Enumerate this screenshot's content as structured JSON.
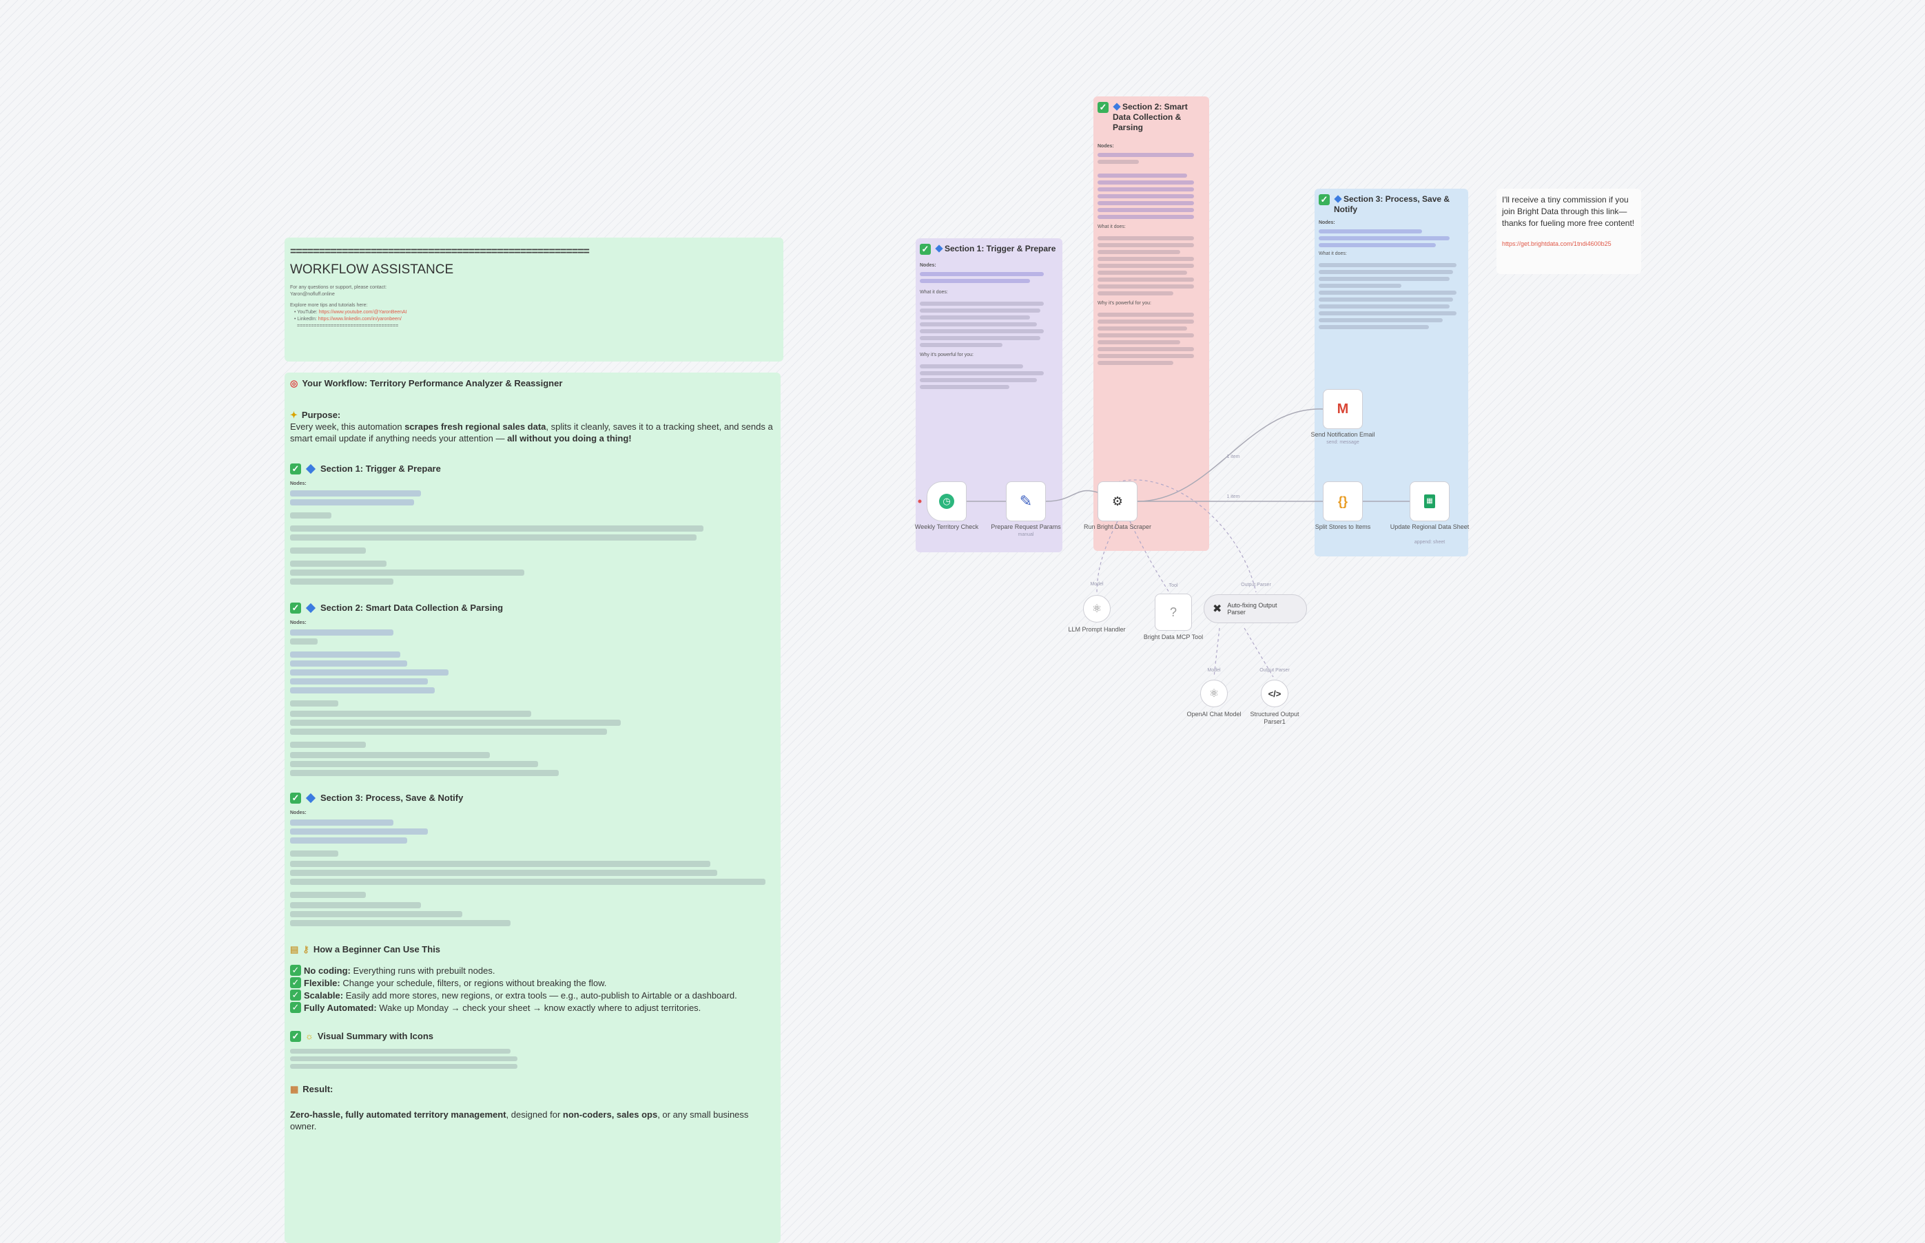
{
  "assist": {
    "rule": "====================================================",
    "title": "WORKFLOW ASSISTANCE",
    "contact": "For any questions or support, please contact:",
    "email": "Yaron@nofluff.online",
    "explore": "Explore more tips and tutorials here:",
    "youtube_label": "YouTube:",
    "youtube_url": "https://www.youtube.com/@YaronBeenAI",
    "linkedin_label": "LinkedIn:",
    "linkedin_url": "https://www.linkedin.com/in/yaronbeen/",
    "rule2": "===================================="
  },
  "doc": {
    "title": "Your Workflow: Territory Performance Analyzer & Reassigner",
    "purpose_h": "Purpose:",
    "purpose_1": "Every week, this automation ",
    "purpose_b1": "scrapes fresh regional sales data",
    "purpose_2": ", splits it cleanly, saves it to a tracking sheet, and sends a smart email update if anything needs your attention — ",
    "purpose_b2": "all without you doing a thing!",
    "s1": "Section 1: Trigger & Prepare",
    "s2": "Section 2: Smart Data Collection & Parsing",
    "s3": "Section 3: Process, Save & Notify",
    "beginner_h": "How a Beginner Can Use This",
    "b1k": "No coding:",
    "b1v": " Everything runs with prebuilt nodes.",
    "b2k": "Flexible:",
    "b2v": " Change your schedule, filters, or regions without breaking the flow.",
    "b3k": "Scalable:",
    "b3v": " Easily add more stores, new regions, or extra tools — e.g., auto-publish to Airtable or a dashboard.",
    "b4k": "Fully Automated:",
    "b4v": " Wake up Monday → check your sheet → know exactly where to adjust territories.",
    "visual_h": "Visual Summary with Icons",
    "result_h": "Result:",
    "result_b1": "Zero-hassle, fully automated territory management",
    "result_1": ", designed for ",
    "result_b2": "non-coders, sales ops",
    "result_2": ", or any small business owner."
  },
  "sections": {
    "s1": {
      "title": "Section 1: Trigger & Prepare",
      "nodes_label": "Nodes:",
      "what": "What it does:",
      "why": "Why it's powerful for you:"
    },
    "s2": {
      "title": "Section 2: Smart Data Collection & Parsing",
      "nodes_label": "Nodes:",
      "what": "What it does:",
      "why": "Why it's powerful for you:"
    },
    "s3": {
      "title": "Section 3: Process, Save & Notify",
      "nodes_label": "Nodes:",
      "what": "What it does:"
    }
  },
  "affiliate": {
    "text": "I'll receive a tiny commission if you join Bright Data through this link—thanks for fueling more free content!",
    "url": "https://get.brightdata.com/1tndi4600b25"
  },
  "nodes": {
    "n1": "Weekly Territory Check",
    "n2": "Prepare Request Params",
    "n2s": "manual",
    "n3": "Run Bright Data Scraper",
    "n4": "Split Stores to Items",
    "n5": "Update Regional Data Sheet",
    "n5s": "append: sheet",
    "n6": "Send Notification Email",
    "n6s": "send: message",
    "n7": "LLM Prompt Handler",
    "n8": "Bright Data MCP Tool",
    "n9": "Auto-fixing Output Parser",
    "n10": "OpenAI Chat Model",
    "n11": "Structured Output Parser1",
    "items1": "1 item",
    "items2": "1 item",
    "model": "Model",
    "tool": "Tool",
    "output_parser": "Output Parser",
    "model2": "Model",
    "output_parser2": "Output Parser"
  },
  "colors": {
    "green_note": "#d7f5e1",
    "purple_note": "#e3dcf3",
    "pink_note": "#f8d3d3",
    "blue_note": "#d4e6f6",
    "link": "#e05a4a"
  }
}
